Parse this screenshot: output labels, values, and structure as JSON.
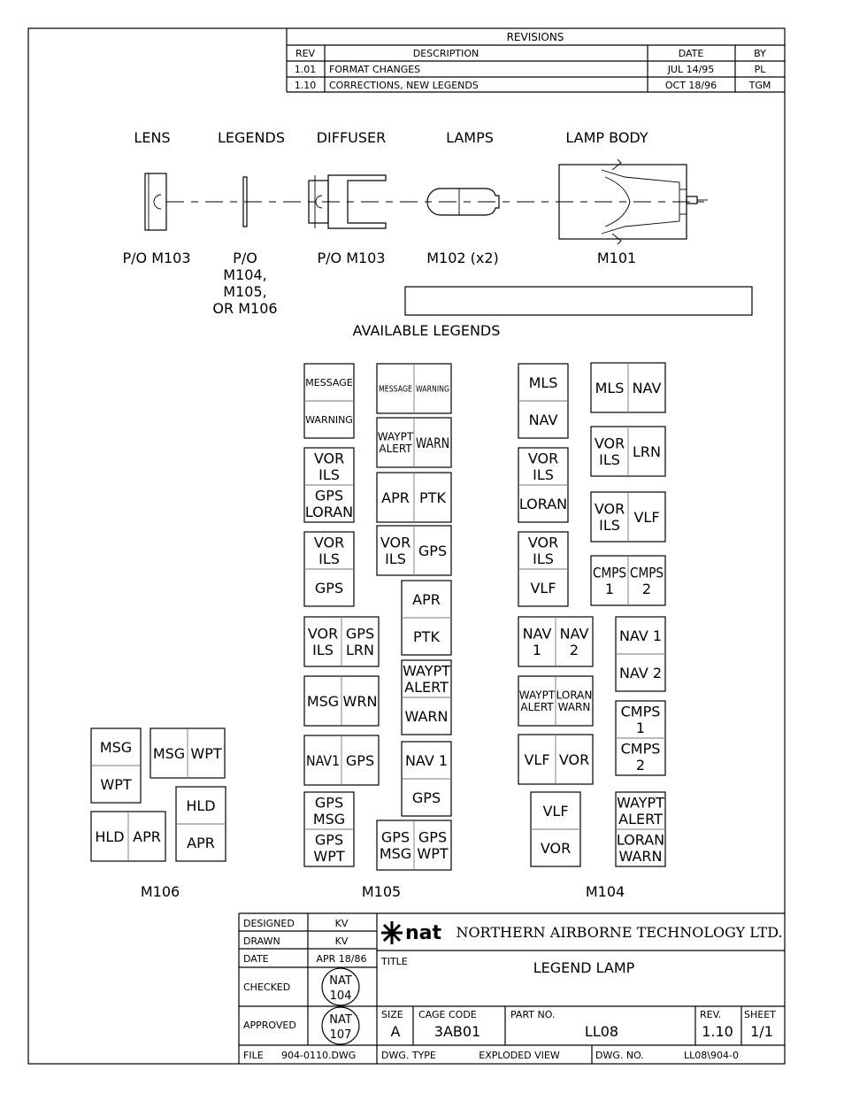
{
  "revisions": {
    "title": "REVISIONS",
    "headers": {
      "rev": "REV",
      "description": "DESCRIPTION",
      "date": "DATE",
      "by": "BY"
    },
    "rows": [
      {
        "rev": "1.01",
        "description": "FORMAT CHANGES",
        "date": "JUL 14/95",
        "by": "PL"
      },
      {
        "rev": "1.10",
        "description": "CORRECTIONS, NEW LEGENDS",
        "date": "OCT 18/96",
        "by": "TGM"
      }
    ]
  },
  "exploded": {
    "labels": [
      "LENS",
      "LEGENDS",
      "DIFFUSER",
      "LAMPS",
      "LAMP BODY"
    ],
    "parts": {
      "lens": "P/O M103",
      "legends": [
        "P/O",
        "M104,",
        "M105,",
        "OR M106"
      ],
      "diffuser": "P/O M103",
      "lamps": "M102 (x2)",
      "body": "M101"
    }
  },
  "available_legends": "AVAILABLE LEGENDS",
  "groups": {
    "m106": "M106",
    "m105": "M105",
    "m104": "M104"
  },
  "legends": {
    "m106": [
      {
        "layout": "v",
        "cells": [
          [
            "MSG"
          ],
          [
            "WPT"
          ]
        ]
      },
      {
        "layout": "h",
        "cells": [
          [
            "MSG"
          ],
          [
            "WPT"
          ]
        ]
      },
      {
        "layout": "v",
        "cells": [
          [
            "HLD"
          ],
          [
            "APR"
          ]
        ]
      },
      {
        "layout": "h",
        "cells": [
          [
            "HLD"
          ],
          [
            "APR"
          ]
        ]
      }
    ],
    "m105": [
      {
        "layout": "v",
        "cells": [
          [
            "MESSAGE"
          ],
          [
            "WARNING"
          ]
        ]
      },
      {
        "layout": "h",
        "cells": [
          [
            "MESSAGE"
          ],
          [
            "WARNING"
          ]
        ]
      },
      {
        "layout": "h",
        "cells": [
          [
            "WAYPT",
            "ALERT"
          ],
          [
            "WARN"
          ]
        ]
      },
      {
        "layout": "v",
        "cells": [
          [
            "VOR",
            "ILS"
          ],
          [
            "GPS",
            "LORAN"
          ]
        ]
      },
      {
        "layout": "h",
        "cells": [
          [
            "APR"
          ],
          [
            "PTK"
          ]
        ]
      },
      {
        "layout": "v",
        "cells": [
          [
            "VOR",
            "ILS"
          ],
          [
            "GPS"
          ]
        ]
      },
      {
        "layout": "h",
        "cells": [
          [
            "VOR",
            "ILS"
          ],
          [
            "GPS"
          ]
        ]
      },
      {
        "layout": "v",
        "cells": [
          [
            "APR"
          ],
          [
            "PTK"
          ]
        ]
      },
      {
        "layout": "h",
        "cells": [
          [
            "VOR",
            "ILS"
          ],
          [
            "GPS",
            "LRN"
          ]
        ]
      },
      {
        "layout": "v",
        "cells": [
          [
            "WAYPT",
            "ALERT"
          ],
          [
            "WARN"
          ]
        ]
      },
      {
        "layout": "h",
        "cells": [
          [
            "MSG"
          ],
          [
            "WRN"
          ]
        ]
      },
      {
        "layout": "h",
        "cells": [
          [
            "NAV1"
          ],
          [
            "GPS"
          ]
        ]
      },
      {
        "layout": "v",
        "cells": [
          [
            "NAV 1"
          ],
          [
            "GPS"
          ]
        ]
      },
      {
        "layout": "v",
        "cells": [
          [
            "GPS",
            "MSG"
          ],
          [
            "GPS",
            "WPT"
          ]
        ]
      },
      {
        "layout": "h",
        "cells": [
          [
            "GPS",
            "MSG"
          ],
          [
            "GPS",
            "WPT"
          ]
        ]
      }
    ],
    "m104": [
      {
        "layout": "v",
        "cells": [
          [
            "MLS"
          ],
          [
            "NAV"
          ]
        ]
      },
      {
        "layout": "h",
        "cells": [
          [
            "MLS"
          ],
          [
            "NAV"
          ]
        ]
      },
      {
        "layout": "v",
        "cells": [
          [
            "VOR",
            "ILS"
          ],
          [
            "LORAN"
          ]
        ]
      },
      {
        "layout": "h",
        "cells": [
          [
            "VOR",
            "ILS"
          ],
          [
            "LRN"
          ]
        ]
      },
      {
        "layout": "h",
        "cells": [
          [
            "VOR",
            "ILS"
          ],
          [
            "VLF"
          ]
        ]
      },
      {
        "layout": "v",
        "cells": [
          [
            "VOR",
            "ILS"
          ],
          [
            "VLF"
          ]
        ]
      },
      {
        "layout": "h",
        "cells": [
          [
            "CMPS",
            "1"
          ],
          [
            "CMPS",
            "2"
          ]
        ]
      },
      {
        "layout": "h",
        "cells": [
          [
            "NAV",
            "1"
          ],
          [
            "NAV",
            "2"
          ]
        ]
      },
      {
        "layout": "v",
        "cells": [
          [
            "NAV 1"
          ],
          [
            "NAV 2"
          ]
        ]
      },
      {
        "layout": "h",
        "cells": [
          [
            "WAYPT",
            "ALERT"
          ],
          [
            "LORAN",
            "WARN"
          ]
        ]
      },
      {
        "layout": "v",
        "cells": [
          [
            "CMPS",
            "1"
          ],
          [
            "CMPS",
            "2"
          ]
        ]
      },
      {
        "layout": "h",
        "cells": [
          [
            "VLF"
          ],
          [
            "VOR"
          ]
        ]
      },
      {
        "layout": "v",
        "cells": [
          [
            "VLF"
          ],
          [
            "VOR"
          ]
        ]
      },
      {
        "layout": "v",
        "cells": [
          [
            "WAYPT",
            "ALERT"
          ],
          [
            "LORAN",
            "WARN"
          ]
        ]
      }
    ]
  },
  "title_block": {
    "designed_label": "DESIGNED",
    "designed": "KV",
    "drawn_label": "DRAWN",
    "drawn": "KV",
    "date_label": "DATE",
    "date": "APR 18/86",
    "checked_label": "CHECKED",
    "checked_stamp": [
      "NAT",
      "104"
    ],
    "approved_label": "APPROVED",
    "approved_stamp": [
      "NAT",
      "107"
    ],
    "file_label": "FILE",
    "file": "904-0110.DWG",
    "logo": "nat",
    "company": "NORTHERN AIRBORNE TECHNOLOGY LTD.",
    "title_label": "TITLE",
    "title": "LEGEND LAMP",
    "size_label": "SIZE",
    "size": "A",
    "cage_label": "CAGE CODE",
    "cage": "3AB01",
    "part_label": "PART NO.",
    "part": "LL08",
    "rev_label": "REV.",
    "rev": "1.10",
    "sheet_label": "SHEET",
    "sheet": "1/1",
    "dwg_type_label": "DWG. TYPE",
    "dwg_type": "EXPLODED VIEW",
    "dwg_no_label": "DWG. NO.",
    "dwg_no": "LL08\\904-0"
  }
}
